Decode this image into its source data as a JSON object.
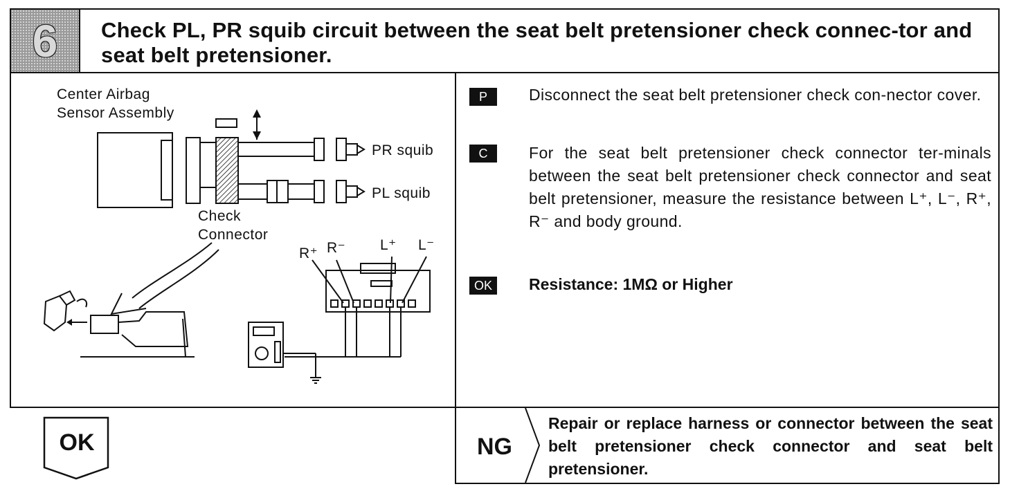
{
  "header": {
    "step_number": "6",
    "title": "Check PL, PR squib circuit between the seat belt pretensioner check connec-tor and seat belt pretensioner."
  },
  "diagram": {
    "center_label_line1": "Center Airbag",
    "center_label_line2": "Sensor Assembly",
    "pr_squib": "PR squib",
    "pl_squib": "PL squib",
    "check_line1": "Check",
    "check_line2": "Connector",
    "terminals": {
      "r_plus": "R⁺",
      "r_minus": "R⁻",
      "l_plus": "L⁺",
      "l_minus": "L⁻"
    }
  },
  "steps": [
    {
      "badge": "P",
      "text": "Disconnect the seat belt pretensioner check con-nector cover."
    },
    {
      "badge": "C",
      "text": "For the seat belt pretensioner check connector ter-minals between the seat belt pretensioner check connector and seat belt pretensioner, measure the resistance between L⁺, L⁻, R⁺, R⁻ and body ground."
    },
    {
      "badge": "OK",
      "text": "Resistance:   1MΩ or Higher"
    }
  ],
  "result": {
    "ok_label": "OK",
    "ng_label": "NG",
    "ng_text": "Repair or replace harness or connector between the seat belt pretensioner check connector and seat belt pretensioner."
  }
}
